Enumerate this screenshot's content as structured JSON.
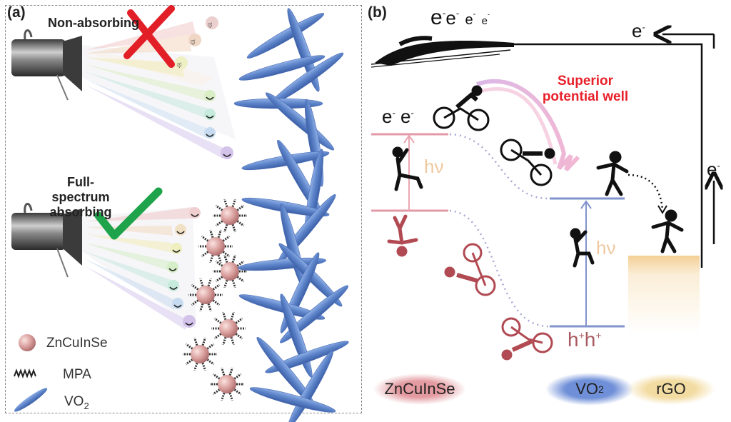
{
  "panel_a": {
    "label": "(a)",
    "top_case": {
      "title": "Non-absorbing",
      "verdict_icon": "red-x-icon",
      "verdict_color": "#e21f26"
    },
    "bottom_case": {
      "title_line1": "Full-spectrum",
      "title_line2": "absorbing",
      "verdict_icon": "green-check-icon",
      "verdict_color": "#1ea34a"
    },
    "legend": [
      {
        "icon": "sphere-icon",
        "label": "ZnCuInSe",
        "color": "#d9a0a0"
      },
      {
        "icon": "zigzag-icon",
        "label": "MPA",
        "color": "#222222"
      },
      {
        "icon": "needle-icon",
        "label": "VO",
        "label_sub": "2",
        "color": "#5b82c8"
      }
    ]
  },
  "panel_b": {
    "label": "(b)",
    "train_electrons": [
      "e",
      "e",
      "e",
      "e"
    ],
    "electron_superscript": "-",
    "circuit_top_label": "e",
    "circuit_side_label": "e",
    "annotation_line1": "Superior",
    "annotation_line2": "potential well",
    "annotation_color": "#e8202a",
    "cb_electrons": "e",
    "hv_left": "hν",
    "hv_right": "hν",
    "holes": "h",
    "hole_superscript": "+",
    "materials": [
      {
        "label": "ZnCuInSe",
        "color": "#e39aa0"
      },
      {
        "label": "VO",
        "label_sub": "2",
        "color": "#6f8fd8"
      },
      {
        "label": "rGO",
        "color": "#f3dca2"
      }
    ]
  }
}
